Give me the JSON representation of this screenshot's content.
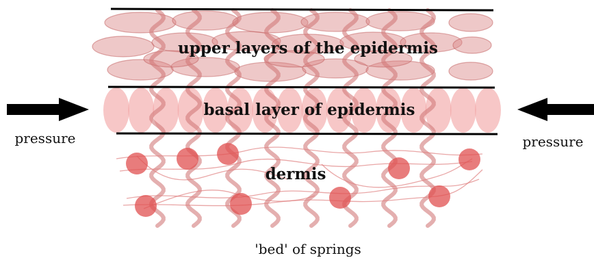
{
  "labels": {
    "upper": "upper layers of the epidermis",
    "basal": "basal layer of epidermis",
    "dermis": "dermis",
    "pressure_left": "pressure",
    "pressure_right": "pressure",
    "caption": "'bed' of springs"
  },
  "colors": {
    "upper_cell_fill": "#d98585",
    "upper_cell_stroke": "#c05a5a",
    "basal_cell_fill": "#f1a2a2",
    "dermis_dot": "#e05050",
    "spring": "#d27a7a",
    "fiber": "#e08080",
    "line": "#000000",
    "arrow": "#000000"
  }
}
